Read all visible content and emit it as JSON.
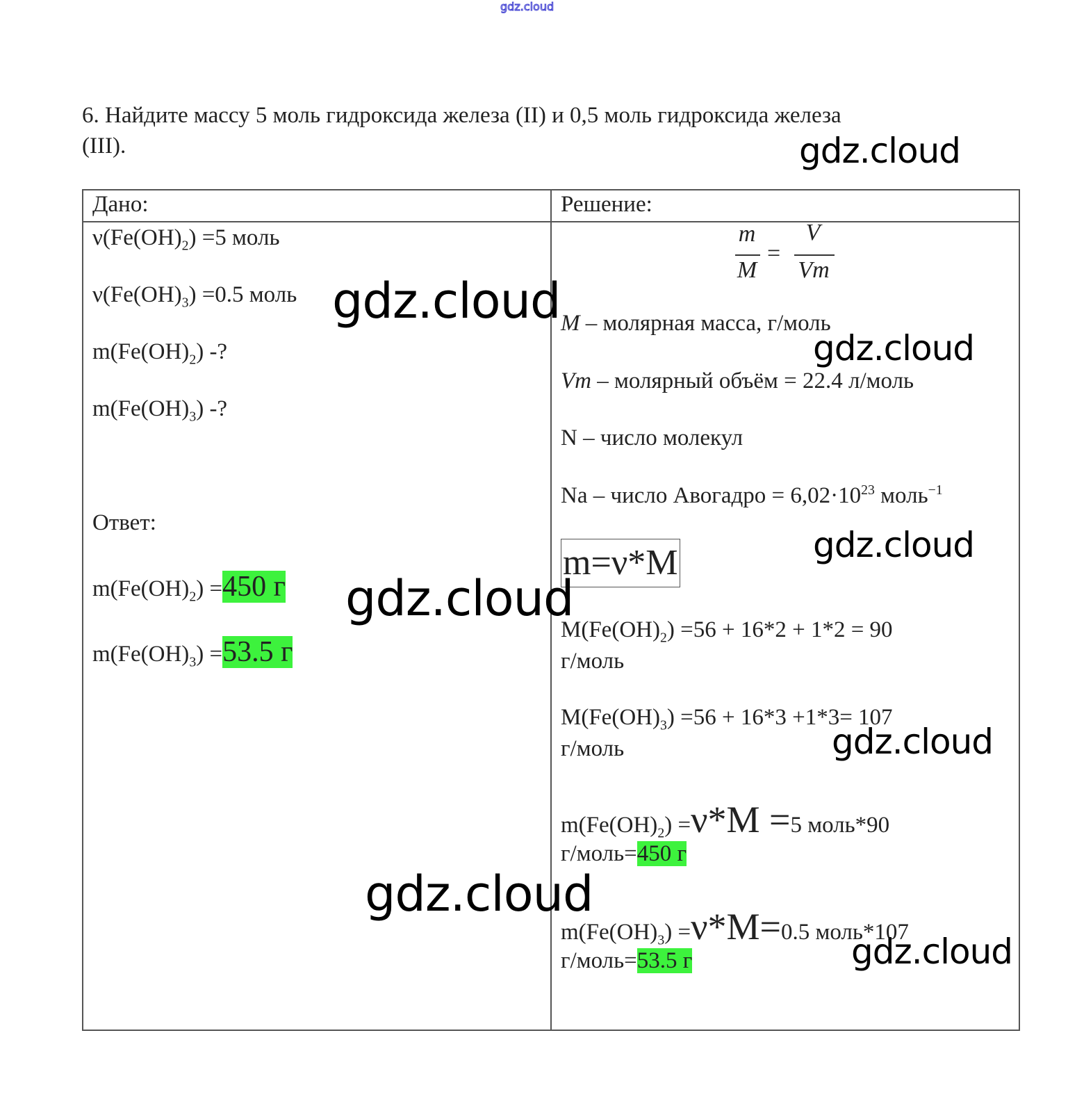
{
  "site_link": "gdz.cloud",
  "task": {
    "line1": "6. Найдите массу 5 моль гидроксида железа (II) и 0,5 моль гидроксида железа",
    "line2": "(III)."
  },
  "table": {
    "given_header": "Дано:",
    "solution_header": "Решение:",
    "given": [
      {
        "pre": "ν(Fe(OH)",
        "sub": "2",
        "post": ") =5 моль"
      },
      {
        "pre": "ν(Fe(OH)",
        "sub": "3",
        "post": ") =0.5 моль"
      },
      {
        "pre": "m(Fe(OH)",
        "sub": "2",
        "post": ") -?"
      },
      {
        "pre": "m(Fe(OH)",
        "sub": "3",
        "post": ") -?"
      }
    ],
    "answer_label": "Ответ:",
    "answers": [
      {
        "pre": "m(Fe(OH)",
        "sub": "2",
        "post": ") =",
        "value": "450 г"
      },
      {
        "pre": "m(Fe(OH)",
        "sub": "3",
        "post": ") =",
        "value": "53.5 г"
      }
    ],
    "formula": {
      "m": "m",
      "M": "M",
      "eq": "=",
      "V": "V",
      "Vm": "Vm"
    },
    "defs": [
      {
        "sym": "M",
        "text": " – молярная масса, г/моль"
      },
      {
        "sym": "Vm",
        "text": " – молярный объём = 22.4 л/моль"
      },
      {
        "sym": "N",
        "text": " – число молекул"
      }
    ],
    "avogadro": {
      "pre": "Na – число Авогадро = 6,02·10",
      "exp": "23",
      "unit": " моль",
      "unit_exp": "−1"
    },
    "boxed": "m=ν*M",
    "molar1": {
      "pre": "M(Fe(OH)",
      "sub": "2",
      "post": ") =56 + 16*2 + 1*2 = 90",
      "line2": "г/моль"
    },
    "molar2": {
      "pre": "M(Fe(OH)",
      "sub": "3",
      "post": ") =56 + 16*3 +1*3= 107",
      "line2": "г/моль"
    },
    "calc1": {
      "pre": "m(Fe(OH)",
      "sub": "2",
      "post": ") =",
      "big": "ν*M =",
      "rest": "5 моль*90",
      "line2": "г/моль=",
      "value": "450 г"
    },
    "calc2": {
      "pre": "m(Fe(OH)",
      "sub": "3",
      "post": ") =",
      "big": "ν*M=",
      "rest": "0.5 моль*107",
      "line2": "г/моль=",
      "value": "53.5 г"
    }
  },
  "watermark": "gdz.cloud",
  "colors": {
    "highlight": "#3df23d",
    "link": "#3a3ad0"
  }
}
